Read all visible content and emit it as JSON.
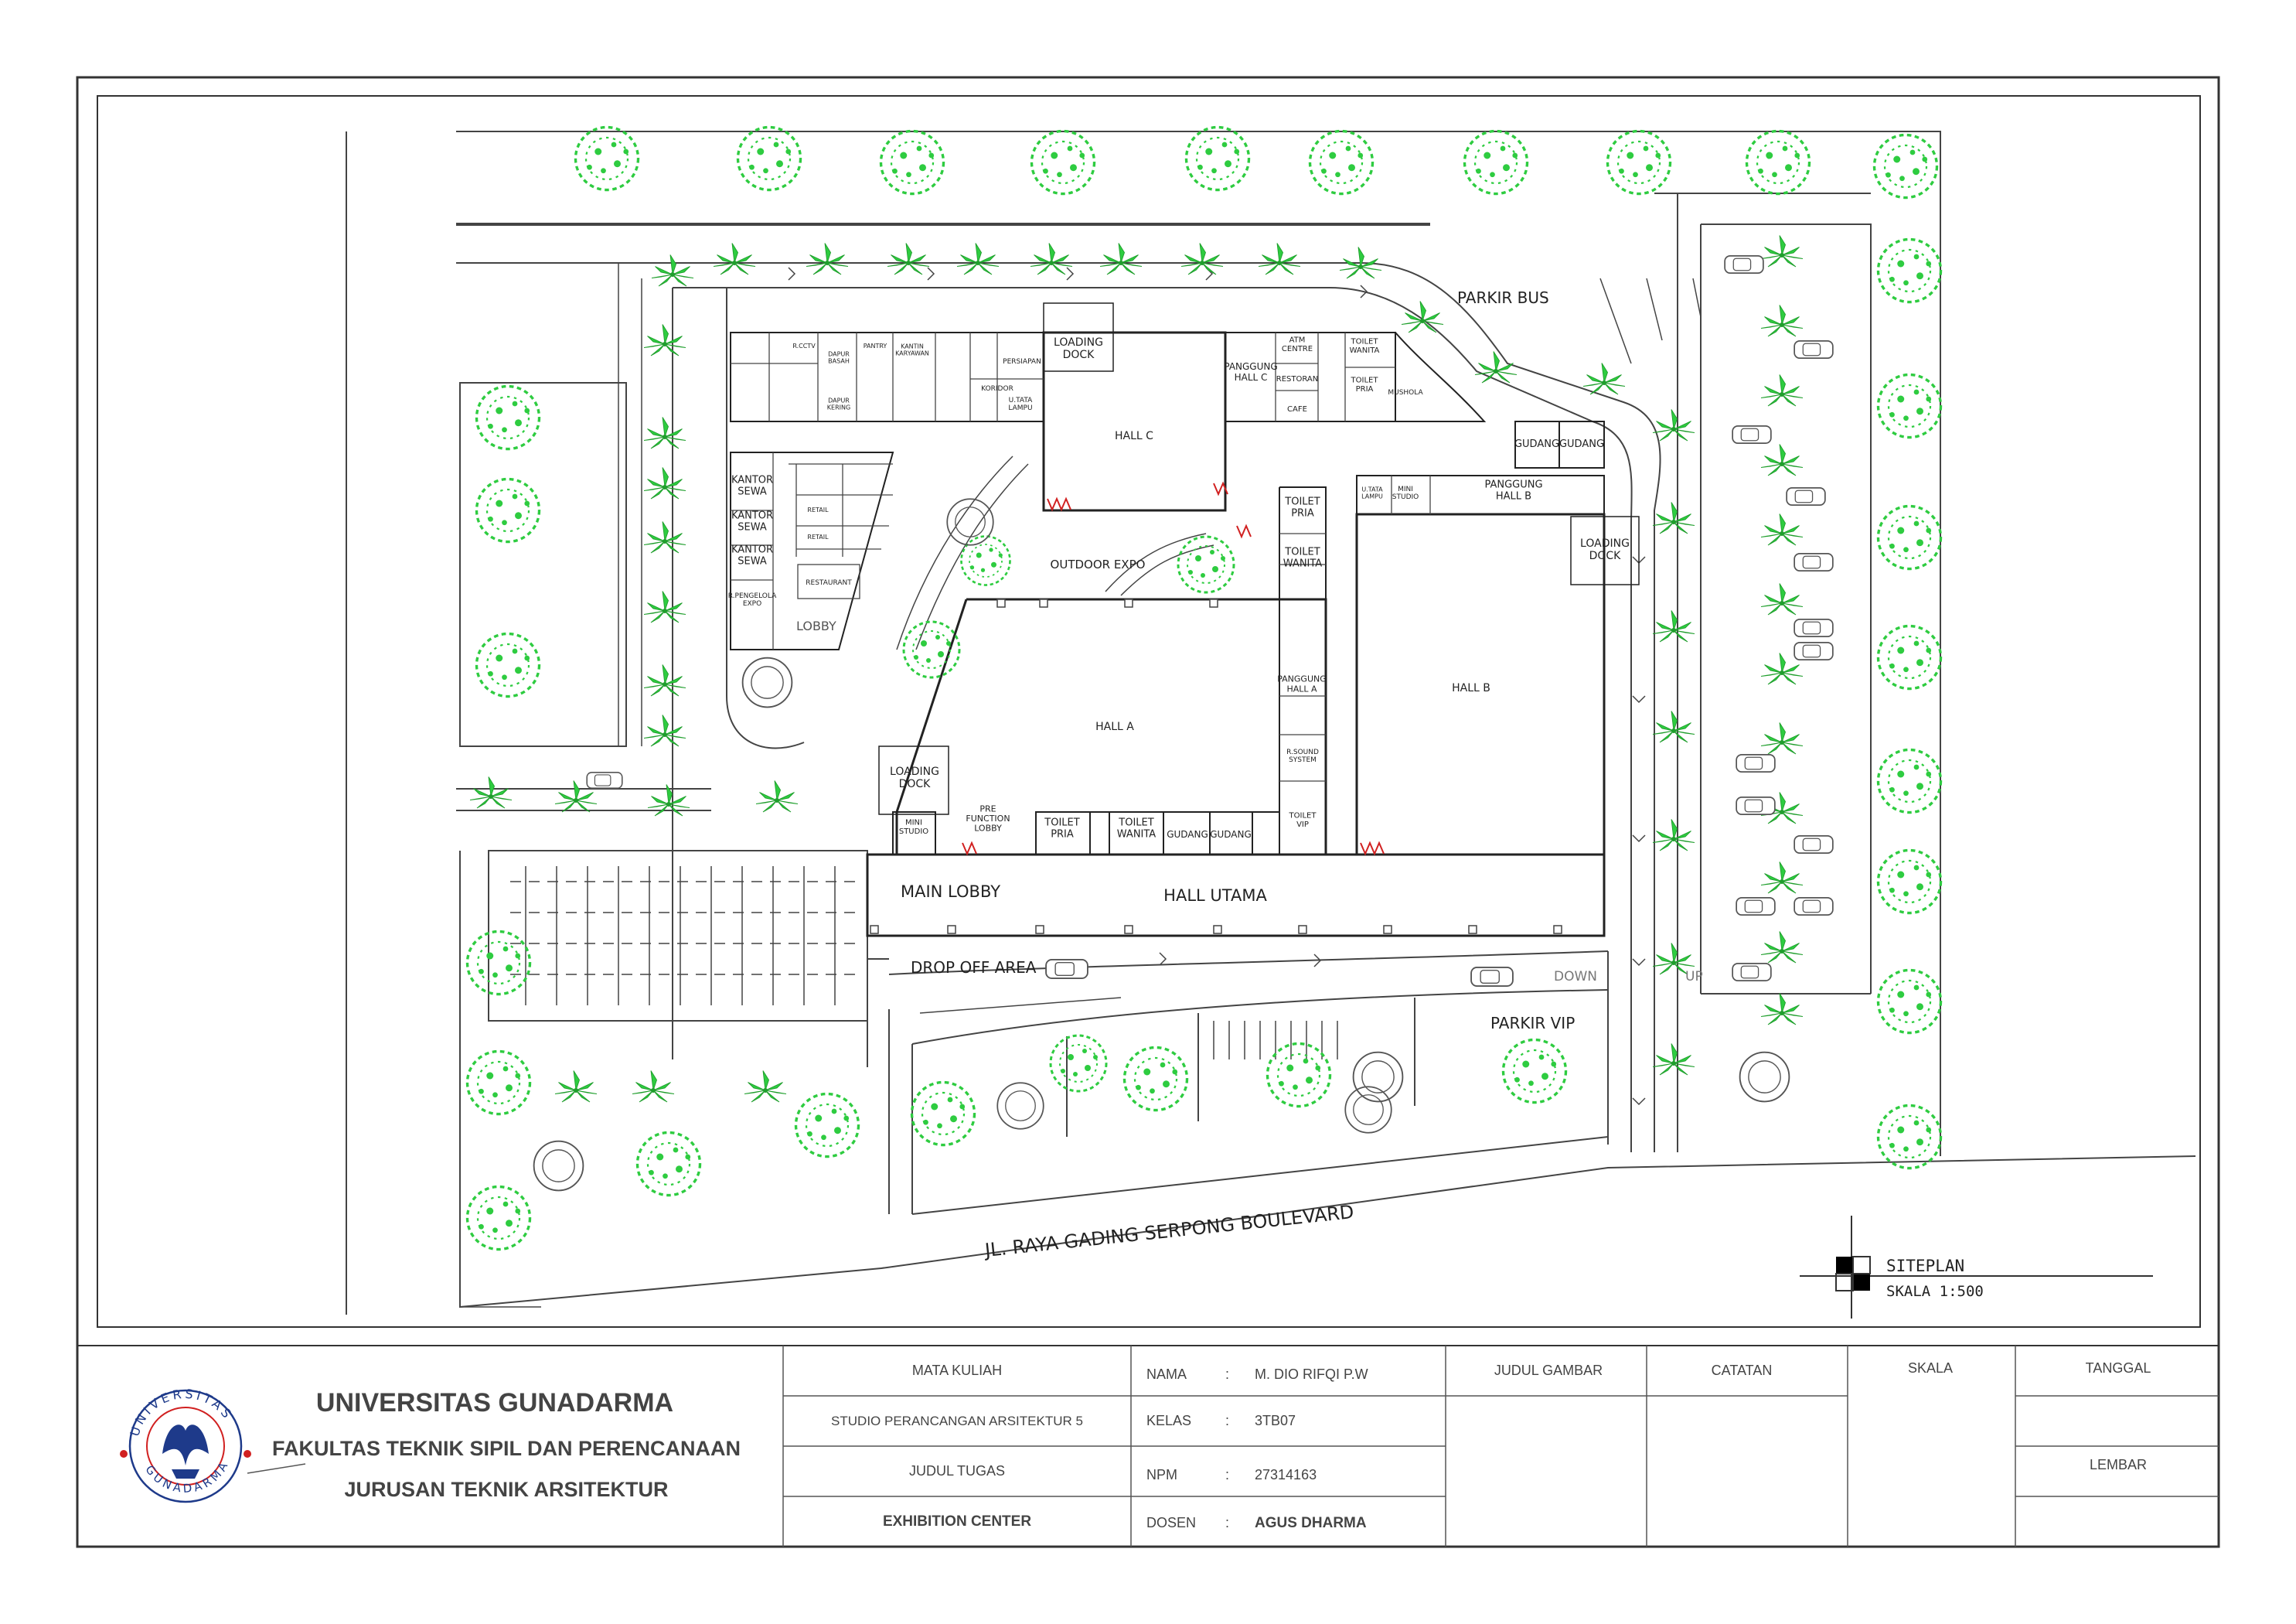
{
  "site": {
    "labels": {
      "parkir_bus": "PARKIR BUS",
      "loading_dock": "LOADING\nDOCK",
      "hall_a": "HALL A",
      "hall_b": "HALL B",
      "hall_c": "HALL C",
      "hall_utama": "HALL UTAMA",
      "main_lobby": "MAIN LOBBY",
      "outdoor_expo": "OUTDOOR EXPO",
      "drop_off": "DROP OFF AREA",
      "parkir_vip": "PARKIR VIP",
      "down": "DOWN",
      "up": "UP",
      "lobby": "LOBBY",
      "road": "JL. RAYA GADING SERPONG BOULEVARD",
      "panggung_hall_c": "PANGGUNG\nHALL C",
      "panggung_hall_b": "PANGGUNG\nHALL B",
      "panggung_hall_a": "PANGGUNG\nHALL A",
      "atm_centre": "ATM\nCENTRE",
      "restoran": "RESTORAN",
      "cafe": "CAFE",
      "toilet_pria": "TOILET\nPRIA",
      "toilet_wanita": "TOILET\nWANITA",
      "toilet_vip": "TOILET\nVIP",
      "gudang": "GUDANG",
      "mini_studio": "MINI\nSTUDIO",
      "pre_function": "PRE\nFUNCTION\nLOBBY",
      "r_sound": "R.SOUND\nSYSTEM",
      "kantor_sewa": "KANTOR\nSEWA",
      "restaurant": "RESTAURANT",
      "r_pengelola_expo": "R.PENGELOLA\nEXPO",
      "retail": "RETAIL",
      "mushola": "MUSHOLA",
      "koridor": "KORIDOR",
      "persiapan": "PERSIAPAN",
      "r_cctv": "R.CCTV",
      "dapur_basah": "DAPUR\nBASAH",
      "dapur_kering": "DAPUR\nKERING",
      "pantry": "PANTRY",
      "kantin_karyawan": "KANTIN\nKARYAWAN",
      "utata_lampu": "U.TATA\nLAMPU"
    },
    "siteplan": {
      "title": "SITEPLAN",
      "scale": "SKALA 1:500"
    }
  },
  "title_block": {
    "university": "UNIVERSITAS GUNADARMA",
    "faculty": "FAKULTAS TEKNIK SIPIL DAN PERENCANAAN",
    "department": "JURUSAN TEKNIK ARSITEKTUR",
    "logo_text_top": "UNIVERSITAS",
    "logo_text_bottom": "GUNADARMA",
    "mata_kuliah_label": "MATA KULIAH",
    "mata_kuliah_value": "STUDIO PERANCANGAN ARSITEKTUR 5",
    "judul_tugas_label": "JUDUL TUGAS",
    "judul_tugas_value": "EXHIBITION CENTER",
    "nama_label": "NAMA",
    "nama_value": "M. DIO RIFQI P.W",
    "kelas_label": "KELAS",
    "kelas_value": "3TB07",
    "npm_label": "NPM",
    "npm_value": "27314163",
    "dosen_label": "DOSEN",
    "dosen_value": "AGUS DHARMA",
    "colon": ":",
    "judul_gambar": "JUDUL GAMBAR",
    "catatan": "CATATAN",
    "skala": "SKALA",
    "tanggal": "TANGGAL",
    "lembar": "LEMBAR"
  },
  "colors": {
    "tree": "#2ecc40",
    "tree_dark": "#1f9e2c",
    "line": "#333333",
    "logo_blue": "#1e3a8a",
    "logo_red": "#d12020"
  }
}
